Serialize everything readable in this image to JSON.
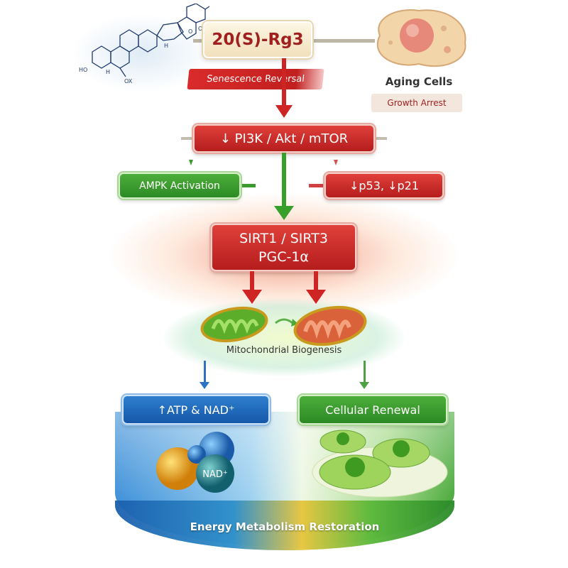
{
  "compound": {
    "name": "20(S)-Rg3",
    "molecule_labels": [
      "HO",
      "H",
      "H",
      "OX",
      "O",
      "O"
    ]
  },
  "senescence_label": "Senescence Reversal",
  "aging": {
    "title": "Aging Cells",
    "badge": "Growth Arrest"
  },
  "pathway": {
    "label": "↓ PI3K / Akt / mTOR"
  },
  "ampk": {
    "label": "AMPK Activation"
  },
  "p53": {
    "label": "↓p53, ↓p21"
  },
  "sirt": {
    "line1": "SIRT1 / SIRT3",
    "line2": "PGC-1α"
  },
  "mito": {
    "label": "Mitochondrial Biogenesis"
  },
  "atp": {
    "label": "↑ATP & NAD⁺",
    "sphere_label": "NAD⁺"
  },
  "renewal": {
    "label": "Cellular Renewal"
  },
  "footer": {
    "label": "Energy Metabolism Restoration"
  },
  "colors": {
    "red": "#c62828",
    "green": "#2e8b24",
    "blue": "#1a5fb0",
    "cream": "#f8ecd2"
  }
}
